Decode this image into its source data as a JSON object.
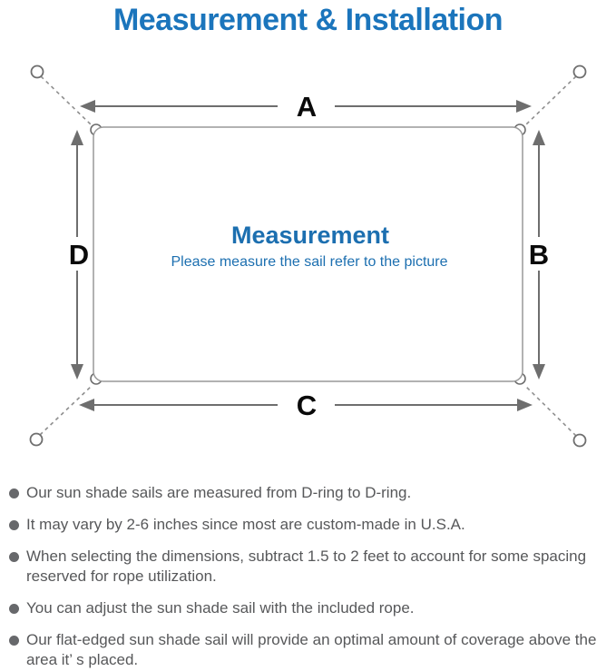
{
  "title": "Measurement & Installation",
  "diagram": {
    "labels": {
      "top": "A",
      "right": "B",
      "bottom": "C",
      "left": "D"
    },
    "center_title": "Measurement",
    "center_subtitle": "Please measure the sail refer to the picture"
  },
  "bullets": [
    "Our sun shade sails are measured from D-ring to D-ring.",
    "It may vary by 2-6 inches since most are custom-made in U.S.A.",
    "When selecting the dimensions, subtract 1.5 to 2 feet to account for some spacing reserved for rope utilization.",
    "You can adjust the sun shade sail with the included rope.",
    "Our flat-edged sun shade sail will provide an optimal amount of coverage above the area it’ s placed."
  ],
  "colors": {
    "title_blue": "#1b75bc",
    "center_blue": "#1c6fb0",
    "outline_gray": "#8f8f8f",
    "arrow_gray": "#6e6e6e",
    "note_text_gray": "#57585a",
    "label_black": "#0a0a0a"
  }
}
